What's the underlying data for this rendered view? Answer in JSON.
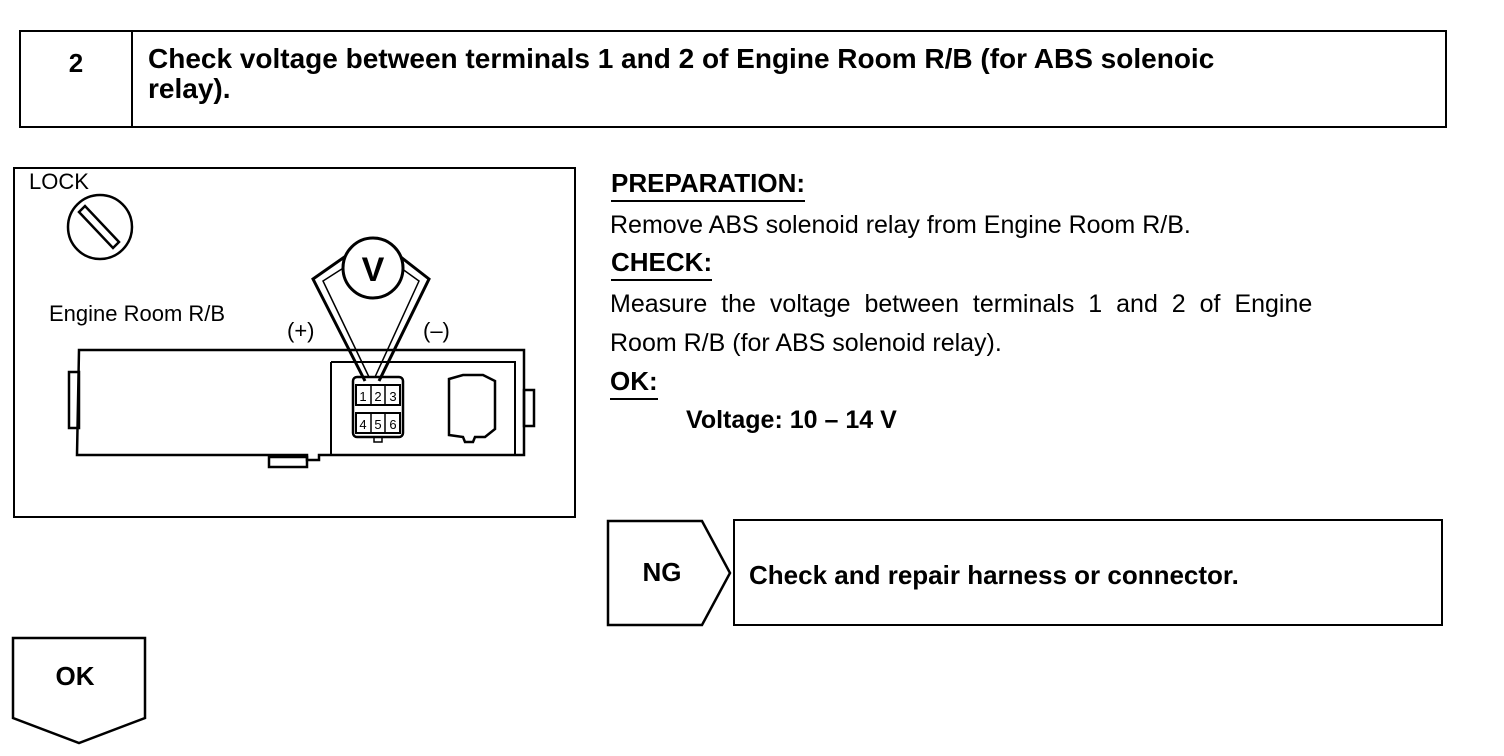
{
  "step": {
    "number": "2",
    "title_line1": "Check voltage between terminals 1 and 2 of Engine Room R/B (for ABS solenoic",
    "title_line2": "relay)."
  },
  "illustration": {
    "lock_label": "LOCK",
    "meter_label": "V",
    "box_label": "Engine Room R/B",
    "plus_label": "(+)",
    "minus_label": "(–)",
    "terminals": [
      "1",
      "2",
      "3",
      "4",
      "5",
      "6"
    ]
  },
  "preparation": {
    "heading": "PREPARATION:",
    "text": "Remove ABS solenoid relay from Engine Room R/B."
  },
  "check": {
    "heading": "CHECK:",
    "line1": "Measure the voltage between terminals 1 and 2 of Engine",
    "line2": "Room R/B (for ABS solenoid relay)."
  },
  "ok": {
    "heading": "OK:",
    "spec": "Voltage: 10 – 14 V"
  },
  "flow": {
    "ng_label": "NG",
    "ng_action": "Check and repair harness or connector.",
    "ok_label": "OK"
  }
}
